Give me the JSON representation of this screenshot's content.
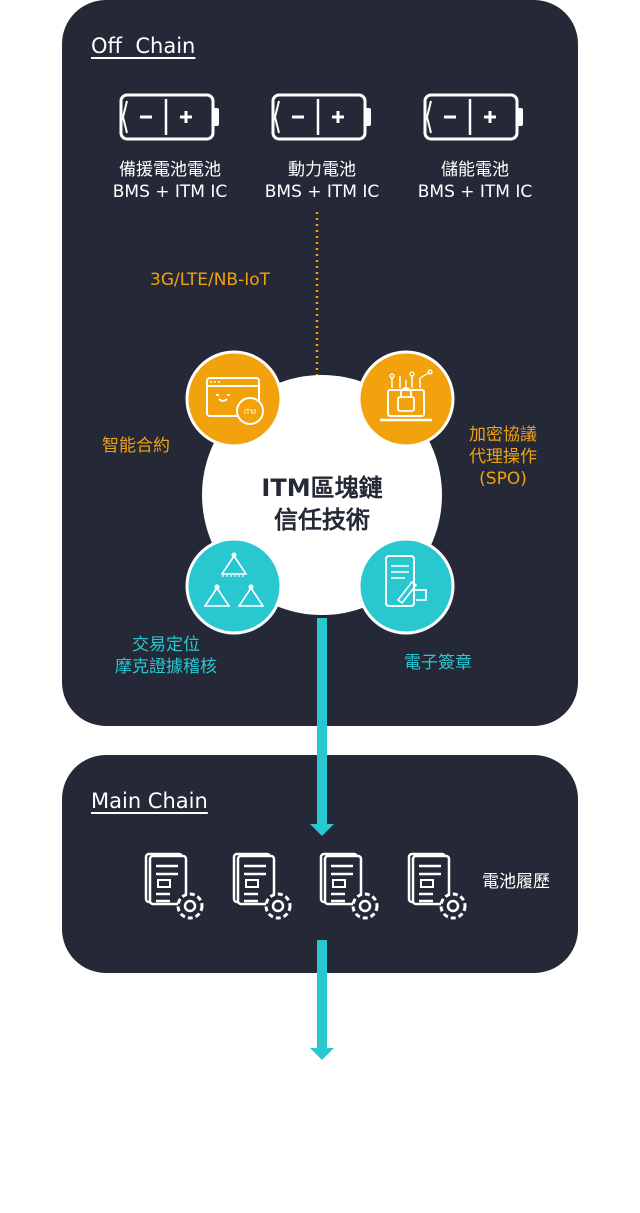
{
  "off_chain": {
    "title": "Off  Chain",
    "batteries": [
      {
        "name": "備援電池電池",
        "tech": "BMS + ITM IC",
        "icon": "battery-icon"
      },
      {
        "name": "動力電池",
        "tech": "BMS + ITM IC",
        "icon": "battery-icon"
      },
      {
        "name": "儲能電池",
        "tech": "BMS + ITM IC",
        "icon": "battery-icon"
      }
    ],
    "network_label": "3G/LTE/NB-IoT",
    "center": {
      "line1": "ITM區塊鏈",
      "line2": "信任技術"
    },
    "features": [
      {
        "label": "智能合約",
        "icon": "smart-contract-icon",
        "color": "#f2a20d",
        "badge": "ITM"
      },
      {
        "label_lines": [
          "加密協議",
          "代理操作",
          "(SPO)"
        ],
        "icon": "encryption-protocol-icon",
        "color": "#f2a20d"
      },
      {
        "label_lines": [
          "交易定位",
          "摩克證據稽核"
        ],
        "icon": "merkle-tree-icon",
        "color": "#29c8d1"
      },
      {
        "label": "電子簽章",
        "icon": "e-signature-icon",
        "color": "#29c8d1"
      }
    ]
  },
  "main_chain": {
    "title": "Main Chain",
    "records_label": "電池履歷",
    "record_icon": "document-gear-icon",
    "record_count": 4
  },
  "colors": {
    "panel": "#252836",
    "orange": "#f2a20d",
    "teal": "#29c8d1",
    "white": "#ffffff"
  }
}
